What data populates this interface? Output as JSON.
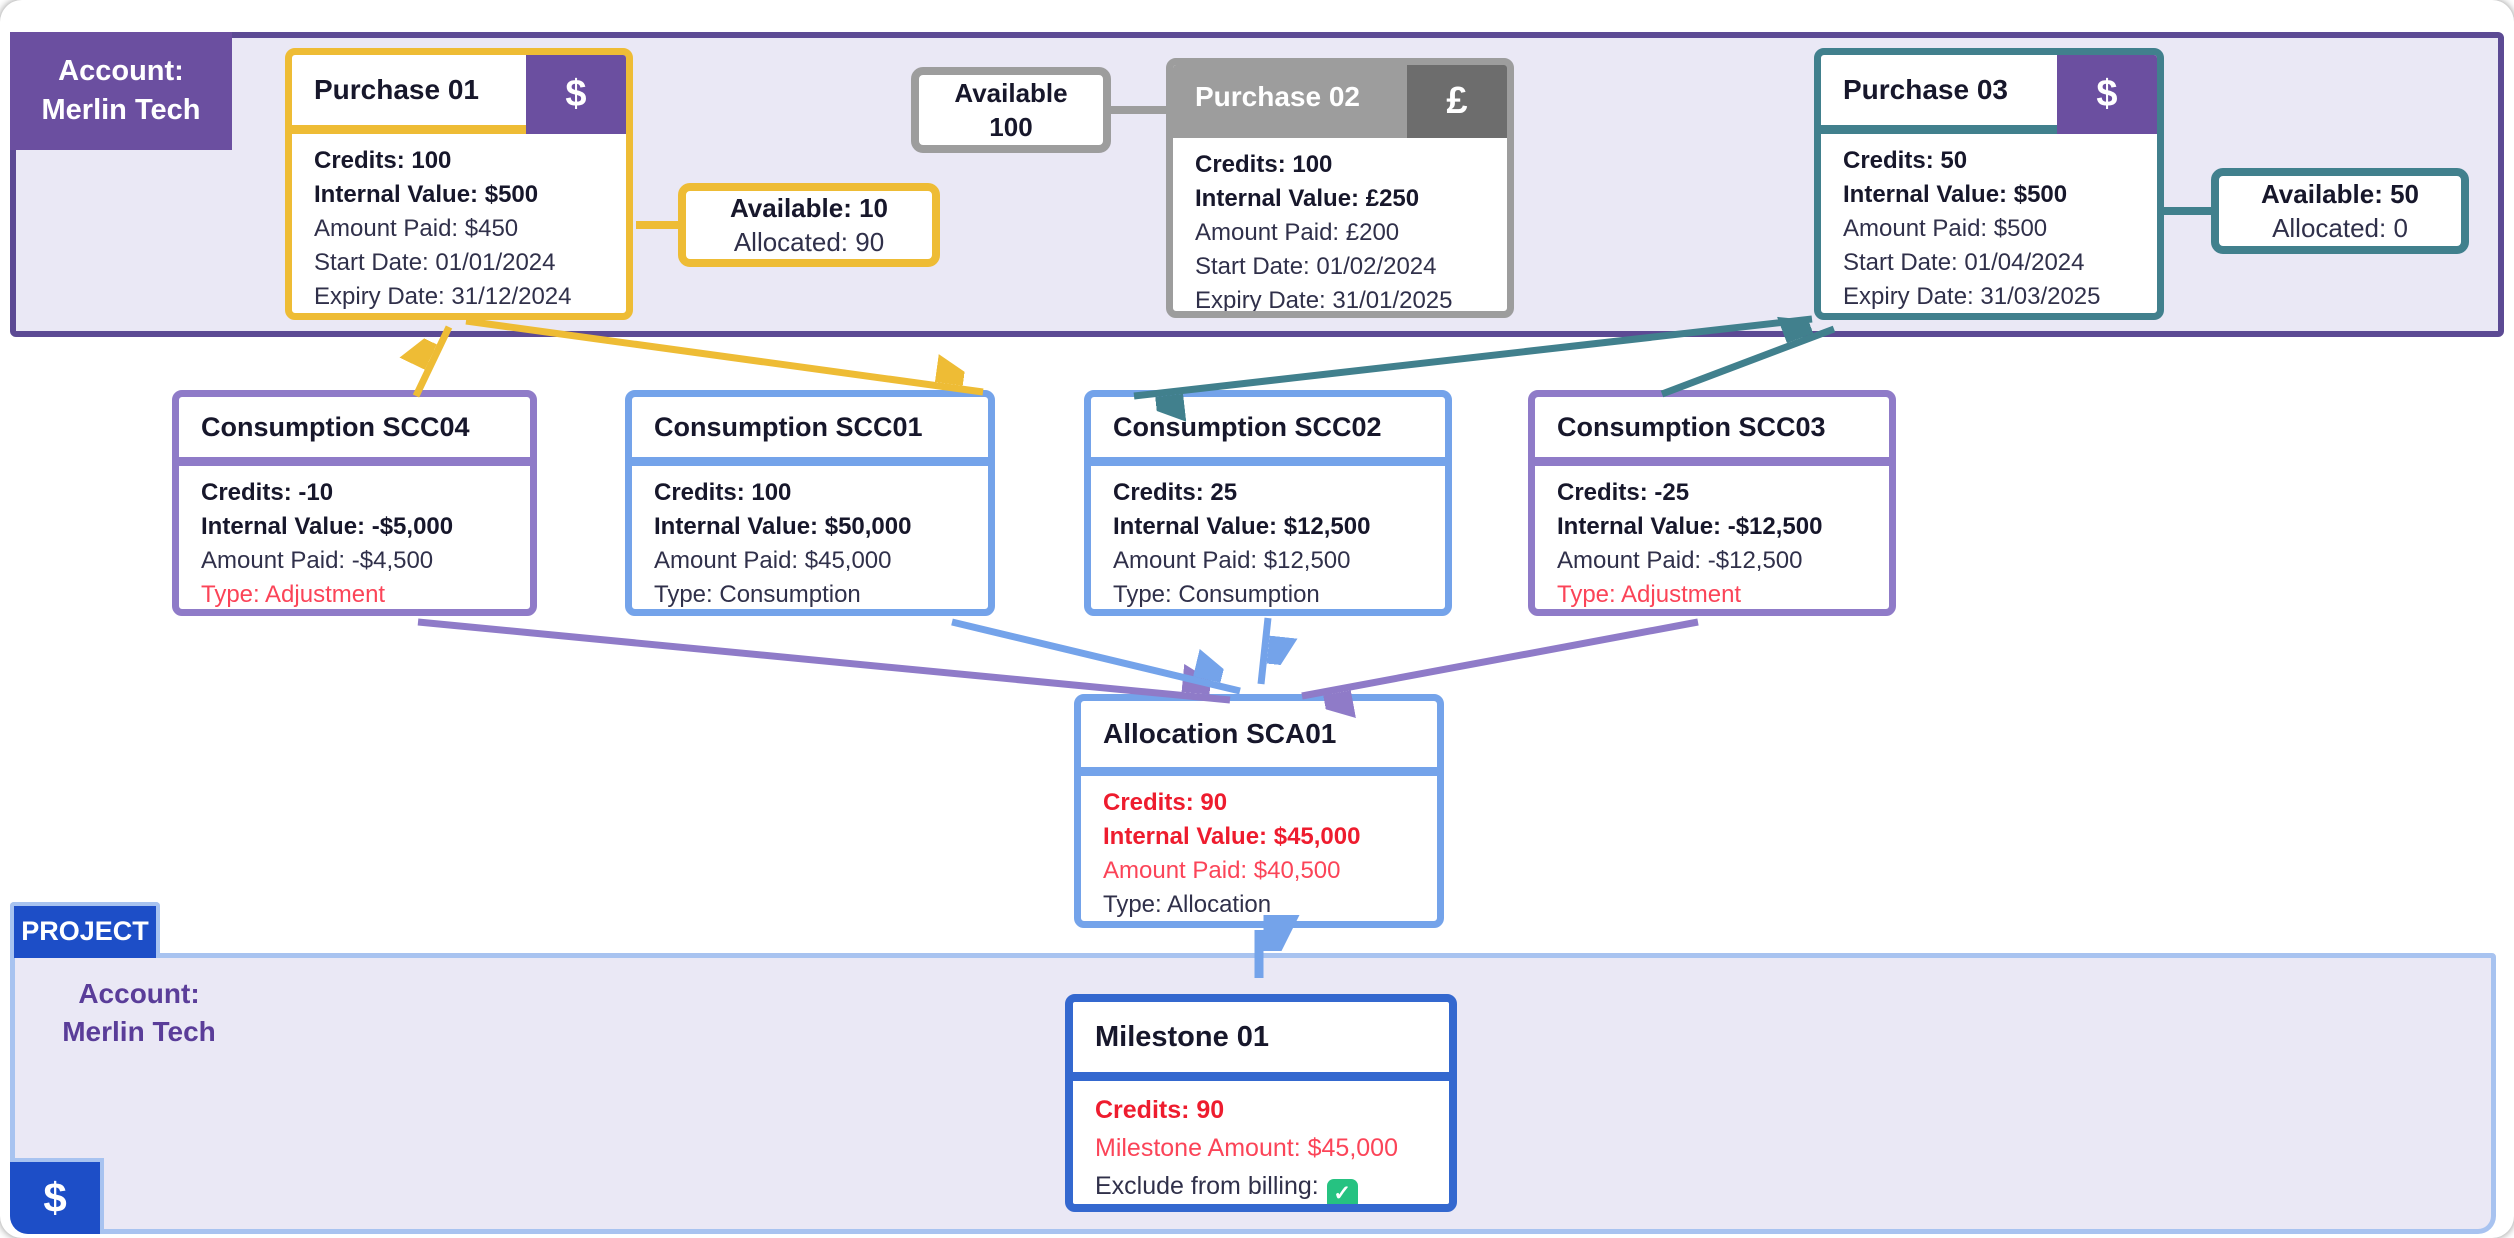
{
  "colors": {
    "purple": "#6b4fa0",
    "purple_dark": "#5c4a94",
    "purple_light": "#8f7bc8",
    "lavender": "#eae8f5",
    "gold": "#eebc35",
    "gray": "#9d9d9d",
    "gray_dark": "#6d6d6d",
    "teal": "#41808d",
    "blue_light": "#74a3ea",
    "blue_strong": "#3468cf",
    "royal": "#1d4ec7",
    "panel_blue": "#a8c3f0",
    "red": "#ee1c2e",
    "red_light": "#fb4458",
    "green": "#26c281",
    "ink": "#17172b"
  },
  "account_panel": {
    "label_line1": "Account:",
    "label_line2": "Merlin Tech",
    "purchases": [
      {
        "title": "Purchase 01",
        "currency": "$",
        "credits": "Credits: 100",
        "internal_value": "Internal Value: $500",
        "amount_paid": "Amount Paid: $450",
        "start_date": "Start Date: 01/01/2024",
        "expiry_date": "Expiry Date: 31/12/2024"
      },
      {
        "title": "Purchase 02",
        "currency": "£",
        "credits": "Credits: 100",
        "internal_value": "Internal Value: £250",
        "amount_paid": "Amount Paid: £200",
        "start_date": "Start Date: 01/02/2024",
        "expiry_date": "Expiry Date: 31/01/2025"
      },
      {
        "title": "Purchase 03",
        "currency": "$",
        "credits": "Credits: 50",
        "internal_value": "Internal Value: $500",
        "amount_paid": "Amount Paid: $500",
        "start_date": "Start Date: 01/04/2024",
        "expiry_date": "Expiry Date: 31/03/2025"
      }
    ],
    "notes": [
      {
        "line1": "Available: 10",
        "line2": "Allocated: 90"
      },
      {
        "line1": "Available",
        "line2": "100"
      },
      {
        "line1": "Available: 50",
        "line2": "Allocated: 0"
      }
    ]
  },
  "consumptions": [
    {
      "title": "Consumption SCC04",
      "credits": "Credits: -10",
      "internal_value": "Internal Value: -$5,000",
      "amount_paid": "Amount Paid: -$4,500",
      "type": "Type: Adjustment"
    },
    {
      "title": "Consumption SCC01",
      "credits": "Credits: 100",
      "internal_value": "Internal Value: $50,000",
      "amount_paid": "Amount Paid: $45,000",
      "type": "Type: Consumption"
    },
    {
      "title": "Consumption SCC02",
      "credits": "Credits: 25",
      "internal_value": "Internal Value: $12,500",
      "amount_paid": "Amount Paid: $12,500",
      "type": "Type: Consumption"
    },
    {
      "title": "Consumption SCC03",
      "credits": "Credits: -25",
      "internal_value": "Internal Value: -$12,500",
      "amount_paid": "Amount Paid: -$12,500",
      "type": "Type: Adjustment"
    }
  ],
  "allocation": {
    "title": "Allocation SCA01",
    "credits": "Credits: 90",
    "internal_value": "Internal Value: $45,000",
    "amount_paid": "Amount Paid: $40,500",
    "type": "Type: Allocation"
  },
  "project_panel": {
    "tab": "PROJECT",
    "account_line1": "Account:",
    "account_line2": "Merlin Tech",
    "corner_badge": "$",
    "milestone": {
      "title": "Milestone 01",
      "credits": "Credits: 90",
      "amount": "Milestone Amount: $45,000",
      "exclude_label": "Exclude from billing:",
      "check": "✓"
    }
  }
}
